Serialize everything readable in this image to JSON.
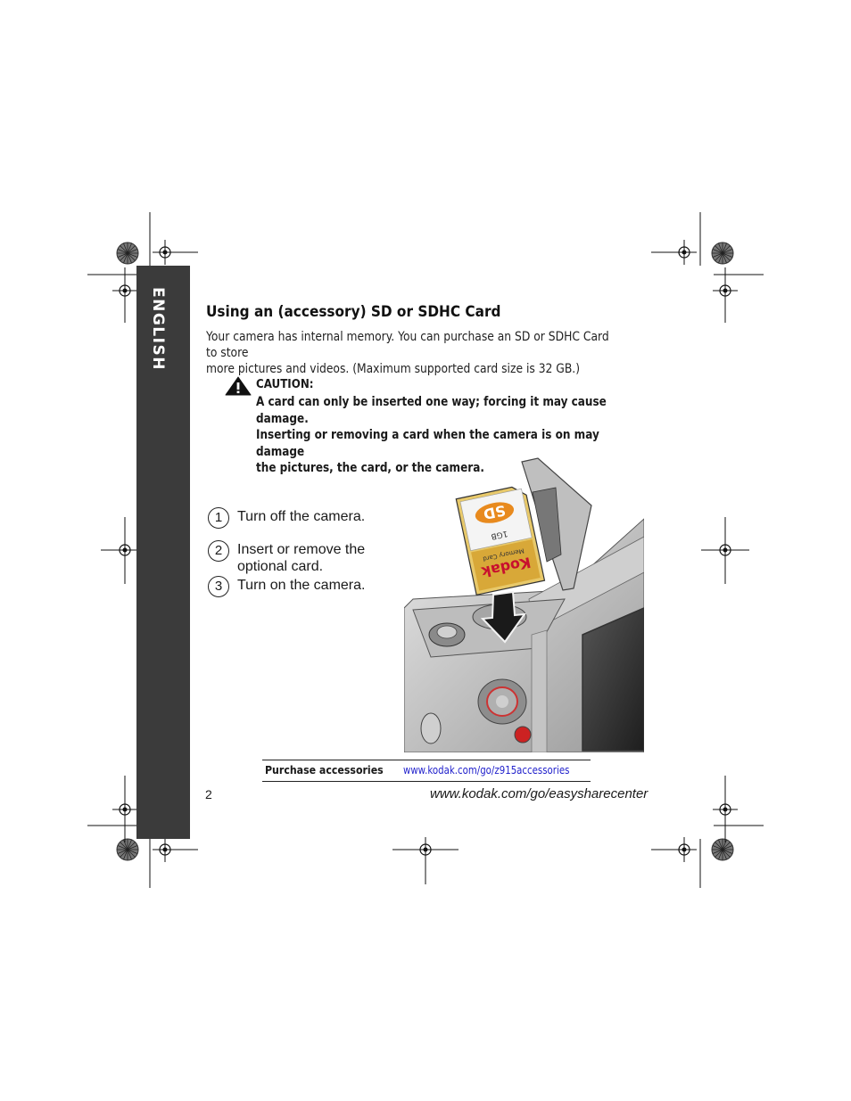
{
  "sidebar": {
    "language_label": "ENGLISH"
  },
  "section": {
    "title": "Using an (accessory) SD or SDHC Card",
    "intro_line1": "Your camera has internal memory. You can purchase an SD or SDHC Card to store",
    "intro_line2": "more pictures and videos. (Maximum supported card size is 32 GB.)"
  },
  "caution": {
    "label": "CAUTION:",
    "line1": "A card can only be inserted one way; forcing it may cause damage.",
    "line2": "Inserting or removing a card when the camera is on may damage",
    "line3": "the pictures, the card, or the camera.",
    "icon": "warning-triangle-icon"
  },
  "steps": [
    {
      "num": "1",
      "line1": "Turn off the camera.",
      "line2": ""
    },
    {
      "num": "2",
      "line1": "Insert or remove the",
      "line2": "optional card."
    },
    {
      "num": "3",
      "line1": "Turn on the camera.",
      "line2": ""
    }
  ],
  "illustration": {
    "card_brand": "Kodak",
    "card_sub": "Memory Card",
    "card_capacity": "1GB",
    "card_logo": "SD"
  },
  "footer": {
    "label": "Purchase accessories",
    "link": "www.kodak.com/go/z915accessories"
  },
  "page": {
    "number": "2",
    "url": "www.kodak.com/go/easysharecenter"
  }
}
